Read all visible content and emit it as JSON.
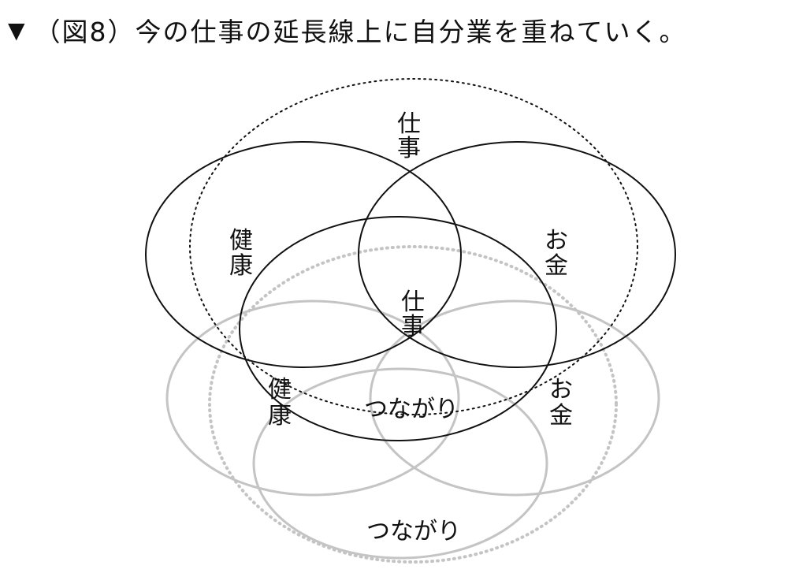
{
  "caption": {
    "marker": "▼",
    "text": "（図8）今の仕事の延長線上に自分業を重ねていく。"
  },
  "diagram": {
    "outer_upper": {
      "label": ""
    },
    "outer_lower": {
      "label": ""
    },
    "upper_set": {
      "top_label": [
        "仕",
        "事"
      ],
      "left_label": [
        "健",
        "康"
      ],
      "right_label": [
        "お",
        "金"
      ],
      "center_label": [
        "仕",
        "事"
      ]
    },
    "lower_set": {
      "left_label": [
        "健",
        "康"
      ],
      "right_label": [
        "お",
        "金"
      ],
      "center_label": "つながり",
      "bottom_label": "つながり"
    },
    "colors": {
      "upper_stroke": "#111111",
      "lower_stroke": "#c4c4c4",
      "text": "#111111"
    }
  }
}
